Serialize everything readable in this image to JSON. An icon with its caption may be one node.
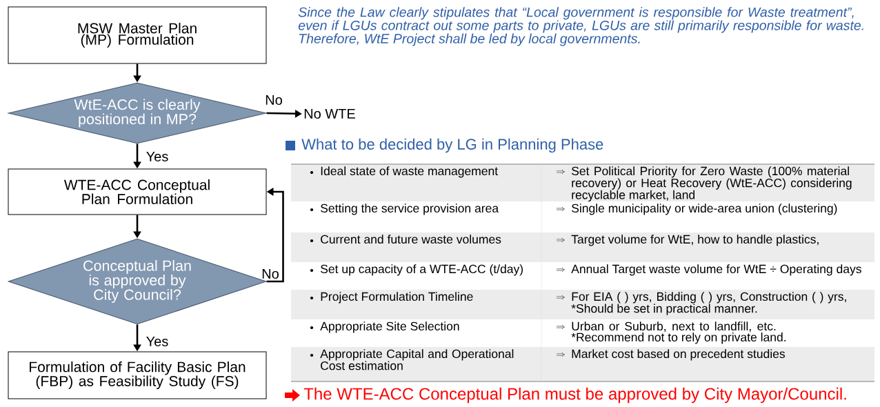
{
  "diagram": {
    "nodes": [
      {
        "text": [
          "MSW Master Plan (MP) Formulation"
        ]
      },
      {
        "text": [
          "WtE-ACC is clearly positioned in MP?"
        ]
      },
      {
        "text": [
          "No WTE"
        ]
      },
      {
        "text": [
          "WTE-ACC Conceptual Plan Formulation"
        ]
      },
      {
        "text": [
          "Conceptual Plan is approved by City Council?"
        ]
      },
      {
        "text": [
          "Formulation of Facility Basic Plan (FBP) as Feasibility Study (FS)"
        ]
      }
    ],
    "edges": [
      {
        "from": 0,
        "to": 1,
        "arrow": "to"
      },
      {
        "from": 1,
        "to": 2,
        "arrow": "to",
        "label": "No"
      },
      {
        "from": 1,
        "to": 3,
        "arrow": "to",
        "label": "Yes"
      },
      {
        "from": 3,
        "to": 4,
        "arrow": "to"
      },
      {
        "from": 4,
        "to": 3,
        "arrow": "to",
        "label": "No"
      },
      {
        "from": 4,
        "to": 5,
        "arrow": "to",
        "label": "Yes"
      }
    ],
    "labels": [
      "Since the Law clearly stipulates that “Local government is responsible for Waste treatment”, even if LGUs contract out some parts to private, LGUs are still primarily responsible for waste. Therefore, WtE Project shall be led by local governments.",
      "What to be decided by LG in Planning Phase",
      "Ideal state of waste management",
      "Set Political Priority for Zero Waste (100% material recovery) or Heat Recovery (WtE-ACC) considering recyclable market, land",
      "Setting the service provision area",
      "Single municipality or wide-area union (clustering)",
      "Current and future waste volumes",
      "Target volume for WtE, how to handle plastics,",
      "Set up capacity of a WTE-ACC (t/day)",
      "Annual Target waste volume for WtE ÷ Operating days",
      "Project Formulation Timeline",
      "For EIA ( ) yrs, Bidding ( ) yrs, Construction ( ) yrs, *Should be set in practical manner.",
      "Appropriate Site Selection",
      "Urban or Suburb, next to landfill, etc. *Recommend not to rely on private land.",
      "Appropriate Capital and Operational Cost estimation",
      "Market cost based on precedent studies",
      "The WTE-ACC Conceptual Plan must be approved by City Mayor/Council."
    ]
  }
}
